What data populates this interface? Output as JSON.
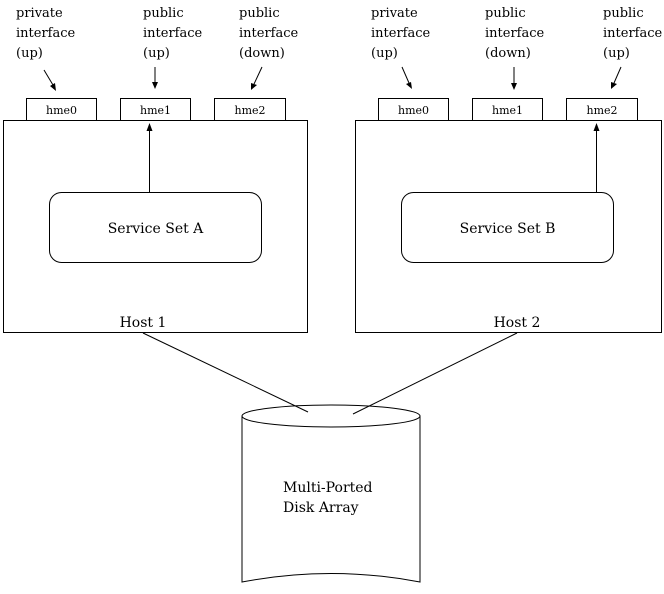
{
  "host1": {
    "name": "Host 1",
    "service": "Service Set A",
    "interfaces": [
      "hme0",
      "hme1",
      "hme2"
    ],
    "annotations": [
      [
        "private",
        "interface",
        "(up)"
      ],
      [
        "public",
        "interface",
        "(up)"
      ],
      [
        "public",
        "interface",
        "(down)"
      ]
    ]
  },
  "host2": {
    "name": "Host 2",
    "service": "Service Set B",
    "interfaces": [
      "hme0",
      "hme1",
      "hme2"
    ],
    "annotations": [
      [
        "private",
        "interface",
        "(up)"
      ],
      [
        "public",
        "interface",
        "(down)"
      ],
      [
        "public",
        "interface",
        "(up)"
      ]
    ]
  },
  "disk": {
    "lines": [
      "Multi-Ported",
      "Disk Array"
    ]
  }
}
